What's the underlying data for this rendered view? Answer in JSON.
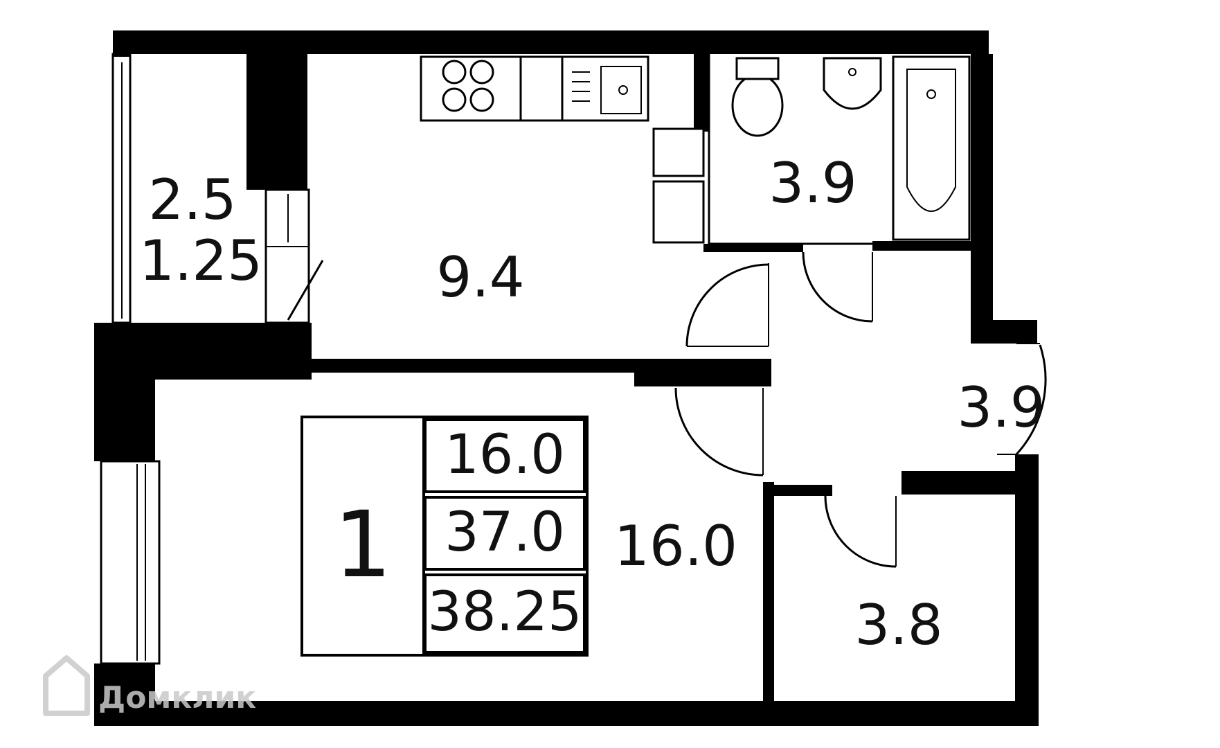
{
  "room_labels": {
    "balcony_area": "2.5",
    "balcony_coef_area": "1.25",
    "kitchen": "9.4",
    "bathroom": "3.9",
    "hall": "3.9",
    "living_room": "16.0",
    "storage": "3.8"
  },
  "summary": {
    "rooms_count": "1",
    "living_area": "16.0",
    "total_area": "37.0",
    "total_with_balcony": "38.25"
  },
  "watermark": {
    "text": "Домклик",
    "icon": "house-icon"
  },
  "colors": {
    "walls": "#000000",
    "background": "#ffffff",
    "watermark": "#c9c9c9"
  }
}
